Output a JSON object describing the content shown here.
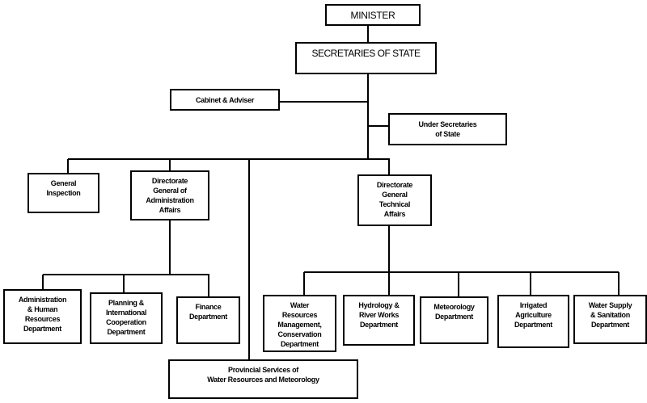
{
  "nodes": {
    "minister": "MINISTER",
    "secretaries": "SECRETARIES OF STATE",
    "cabinet": "Cabinet & Adviser",
    "under_secretaries": "Under Secretaries\nof State",
    "general_inspection": "General\nInspection",
    "dg_admin": "Directorate\nGeneral  of\nAdministration\nAffairs",
    "dg_technical": "Directorate\nGeneral\nTechnical\nAffairs",
    "admin_hr": "Administration\n& Human\nResources\nDepartment",
    "planning": "Planning &\nInternational\nCooperation\nDepartment",
    "finance": "Finance\nDepartment",
    "water_resources": "Water\nResources\nManagement,\nConservation\nDepartment",
    "hydrology": "Hydrology &\nRiver Works\nDepartment",
    "meteorology": "Meteorology\nDepartment",
    "irrigated": "Irrigated\nAgriculture\nDepartment",
    "water_supply": "Water Supply\n& Sanitation\nDepartment",
    "provincial": "Provincial Services of\nWater Resources and Meteorology"
  },
  "colors": {
    "line": "#000000",
    "background": "#ffffff"
  }
}
